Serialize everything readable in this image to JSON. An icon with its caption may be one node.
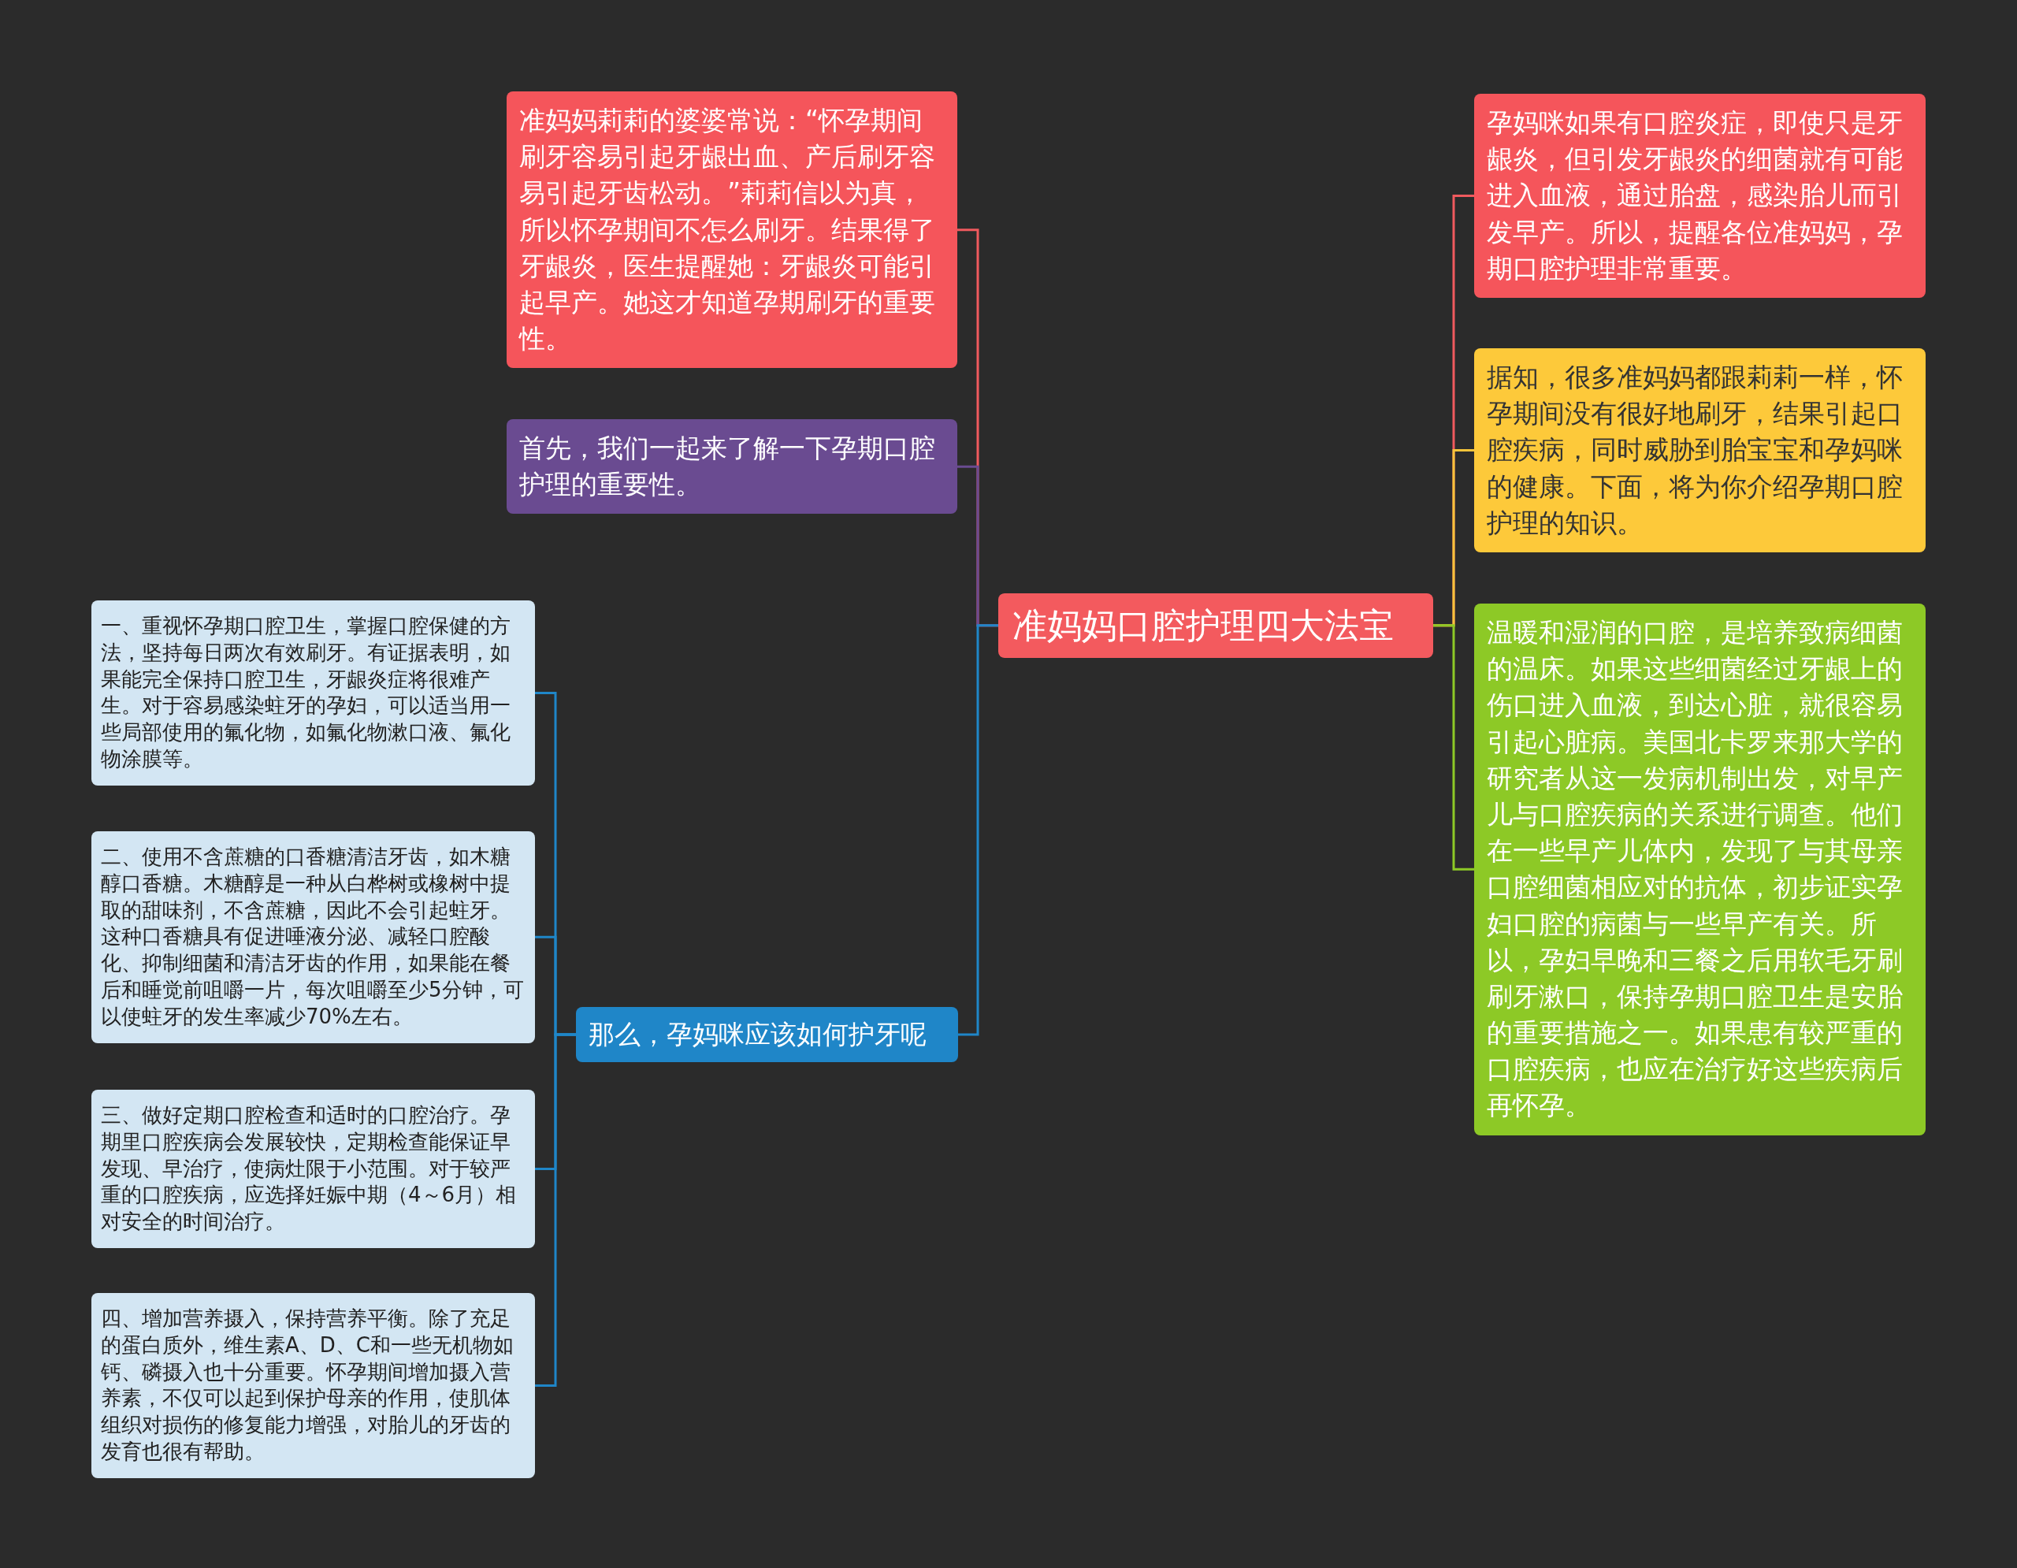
{
  "diagram": {
    "nodes": [
      {
        "text": [
          "准妈妈口腔护理四大法宝"
        ]
      },
      {
        "text": [
          "准妈妈莉莉的婆婆常说：“怀孕期间刷牙容易引起牙龈出血、产后刷牙容易引起牙齿松动。”莉莉信以为真，所以怀孕期间不怎么刷牙。结果得了牙龈炎，医生提醒她：牙龈炎可能引起早产。她这才知道孕期刷牙的重要性。"
        ]
      },
      {
        "text": [
          "首先，我们一起来了解一下孕期口腔护理的重要性。"
        ]
      },
      {
        "text": [
          "那么，孕妈咪应该如何护牙呢"
        ]
      },
      {
        "text": [
          "一、重视怀孕期口腔卫生，掌握口腔保健的方法，坚持每日两次有效刷牙。有证据表明，如果能完全保持口腔卫生，牙龈炎症将很难产生。对于容易感染蛀牙的孕妇，可以适当用一些局部使用的氟化物，如氟化物漱口液、氟化物涂膜等。"
        ]
      },
      {
        "text": [
          "二、使用不含蔗糖的口香糖清洁牙齿，如木糖醇口香糖。木糖醇是一种从白桦树或橡树中提取的甜味剂，不含蔗糖，因此不会引起蛀牙。这种口香糖具有促进唾液分泌、减轻口腔酸化、抑制细菌和清洁牙齿的作用，如果能在餐后和睡觉前咀嚼一片，每次咀嚼至少5分钟，可以使蛀牙的发生率减少70%左右。"
        ]
      },
      {
        "text": [
          "三、做好定期口腔检查和适时的口腔治疗。孕期里口腔疾病会发展较快，定期检查能保证早发现、早治疗，使病灶限于小范围。对于较严重的口腔疾病，应选择妊娠中期（4～6月）相对安全的时间治疗。"
        ]
      },
      {
        "text": [
          "四、增加营养摄入，保持营养平衡。除了充足的蛋白质外，维生素A、D、C和一些无机物如钙、磷摄入也十分重要。怀孕期间增加摄入营养素，不仅可以起到保护母亲的作用，使肌体组织对损伤的修复能力增强，对胎儿的牙齿的发育也很有帮助。"
        ]
      },
      {
        "text": [
          "孕妈咪如果有口腔炎症，即使只是牙龈炎，但引发牙龈炎的细菌就有可能进入血液，通过胎盘，感染胎儿而引发早产。所以，提醒各位准妈妈，孕期口腔护理非常重要。"
        ]
      },
      {
        "text": [
          "据知，很多准妈妈都跟莉莉一样，怀孕期间没有很好地刷牙，结果引起口腔疾病，同时威胁到胎宝宝和孕妈咪的健康。下面，将为你介绍孕期口腔护理的知识。"
        ]
      },
      {
        "text": [
          "温暖和湿润的口腔，是培养致病细菌的温床。如果这些细菌经过牙龈上的伤口进入血液，到达心脏，就很容易引起心脏病。美国北卡罗来那大学的研究者从这一发病机制出发，对早产儿与口腔疾病的关系进行调查。他们在一些早产儿体内，发现了与其母亲口腔细菌相应对的抗体，初步证实孕妇口腔的病菌与一些早产有关。所以，孕妇早晚和三餐之后用软毛牙刷刷牙漱口，保持孕期口腔卫生是安胎的重要措施之一。如果患有较严重的口腔疾病，也应在治疗好这些疾病后再怀孕。"
        ]
      }
    ],
    "edges": [
      {
        "from": 0,
        "to": 1,
        "arrow": "none",
        "color": "#f05a5e"
      },
      {
        "from": 0,
        "to": 2,
        "arrow": "none",
        "color": "#6a4b91"
      },
      {
        "from": 0,
        "to": 3,
        "arrow": "none",
        "color": "#1f86c8"
      },
      {
        "from": 3,
        "to": 4,
        "arrow": "none",
        "color": "#1f86c8"
      },
      {
        "from": 3,
        "to": 5,
        "arrow": "none",
        "color": "#1f86c8"
      },
      {
        "from": 3,
        "to": 6,
        "arrow": "none",
        "color": "#1f86c8"
      },
      {
        "from": 3,
        "to": 7,
        "arrow": "none",
        "color": "#1f86c8"
      },
      {
        "from": 0,
        "to": 8,
        "arrow": "none",
        "color": "#f05a5e"
      },
      {
        "from": 0,
        "to": 9,
        "arrow": "none",
        "color": "#f5c43a"
      },
      {
        "from": 0,
        "to": 10,
        "arrow": "none",
        "color": "#8dc926"
      }
    ]
  }
}
